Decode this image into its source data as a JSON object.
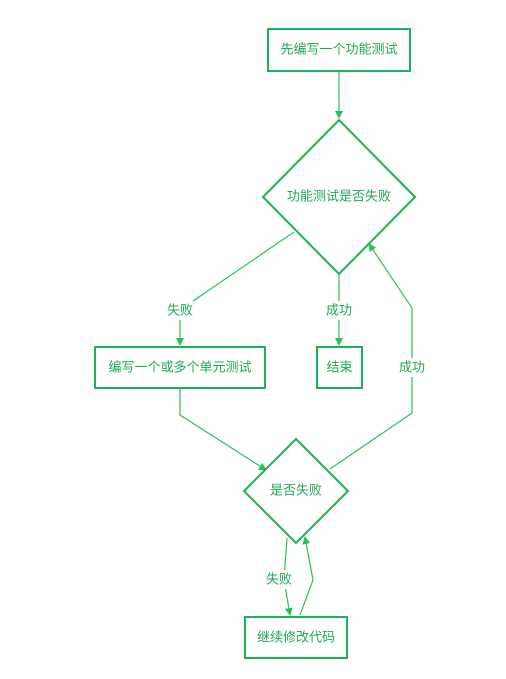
{
  "nodes": {
    "start": "先编写一个功能测试",
    "decision_functional": "功能测试是否失败",
    "write_unit_tests": "编写一个或多个单元测试",
    "end": "结束",
    "decision_unit": "是否失败",
    "modify_code": "继续修改代码"
  },
  "edge_labels": {
    "functional_fail": "失败",
    "functional_success": "成功",
    "unit_success": "成功",
    "unit_fail": "失败"
  },
  "colors": {
    "stroke": "#1db355",
    "line": "#2bbf62",
    "text": "#1fa855",
    "background": "#ffffff"
  }
}
